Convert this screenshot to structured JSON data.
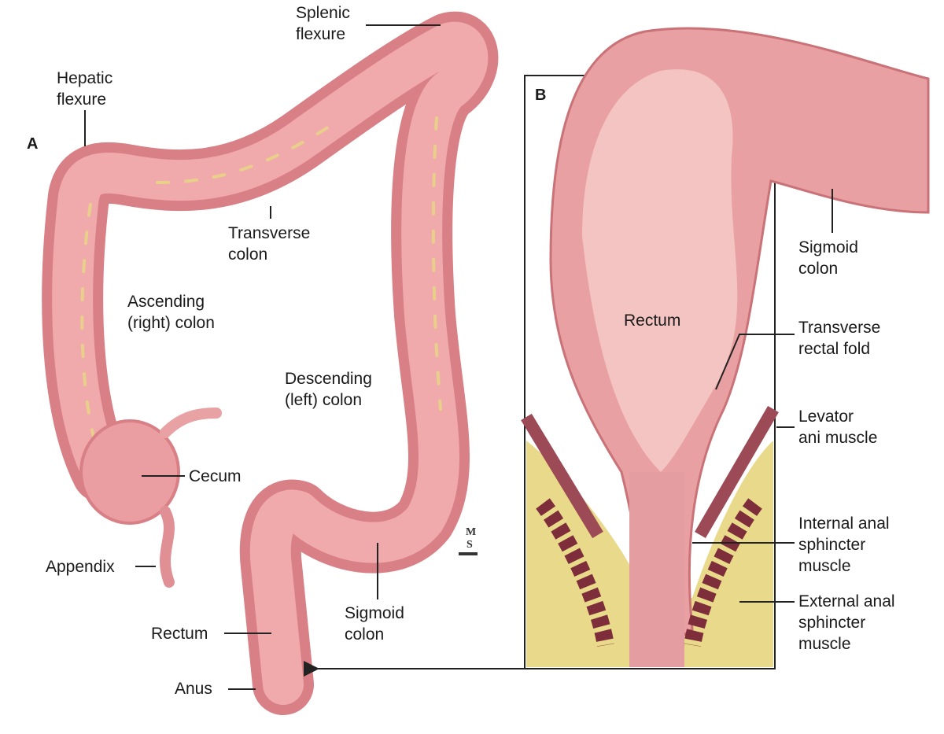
{
  "panel_a": {
    "letter": "A",
    "labels": {
      "splenic_flexure": [
        "Splenic",
        "flexure"
      ],
      "hepatic_flexure": [
        "Hepatic",
        "flexure"
      ],
      "transverse_colon": [
        "Transverse",
        "colon"
      ],
      "ascending_colon": [
        "Ascending",
        "(right) colon"
      ],
      "descending_colon": [
        "Descending",
        "(left) colon"
      ],
      "cecum": "Cecum",
      "appendix": "Appendix",
      "rectum": "Rectum",
      "sigmoid_colon": [
        "Sigmoid",
        "colon"
      ],
      "anus": "Anus"
    },
    "signature": "MS"
  },
  "panel_b": {
    "letter": "B",
    "labels": {
      "rectum": "Rectum",
      "sigmoid_colon": [
        "Sigmoid",
        "colon"
      ],
      "transverse_rectal_fold": [
        "Transverse",
        "rectal fold"
      ],
      "levator_ani": [
        "Levator",
        "ani muscle"
      ],
      "internal_sphincter": [
        "Internal anal",
        "sphincter",
        "muscle"
      ],
      "external_sphincter": [
        "External anal",
        "sphincter",
        "muscle"
      ]
    }
  },
  "colors": {
    "colon": "#e8959a",
    "colon_light": "#f4bcbc",
    "fat": "#e9d98a",
    "muscle": "#9c4a55"
  }
}
